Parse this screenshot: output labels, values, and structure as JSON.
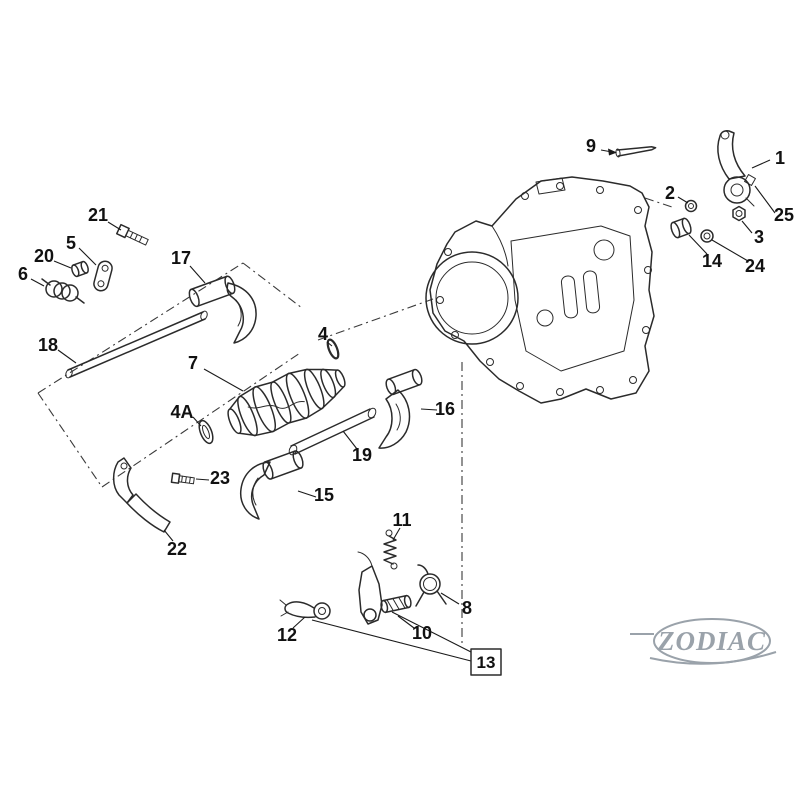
{
  "diagram": {
    "description": "Exploded parts diagram of a motorcycle transmission shifter mechanism with numbered callouts",
    "part_labels": [
      "1",
      "2",
      "3",
      "4",
      "4A",
      "5",
      "6",
      "7",
      "8",
      "9",
      "10",
      "11",
      "12",
      "13",
      "14",
      "15",
      "16",
      "17",
      "18",
      "19",
      "20",
      "21",
      "22",
      "23",
      "24",
      "25"
    ],
    "boxed_label": "13"
  },
  "logo": {
    "text": "ZODIAC"
  },
  "colors": {
    "background": "#ffffff",
    "line": "#2b2b2b",
    "label": "#111111",
    "logo": "#9aa2aa"
  }
}
